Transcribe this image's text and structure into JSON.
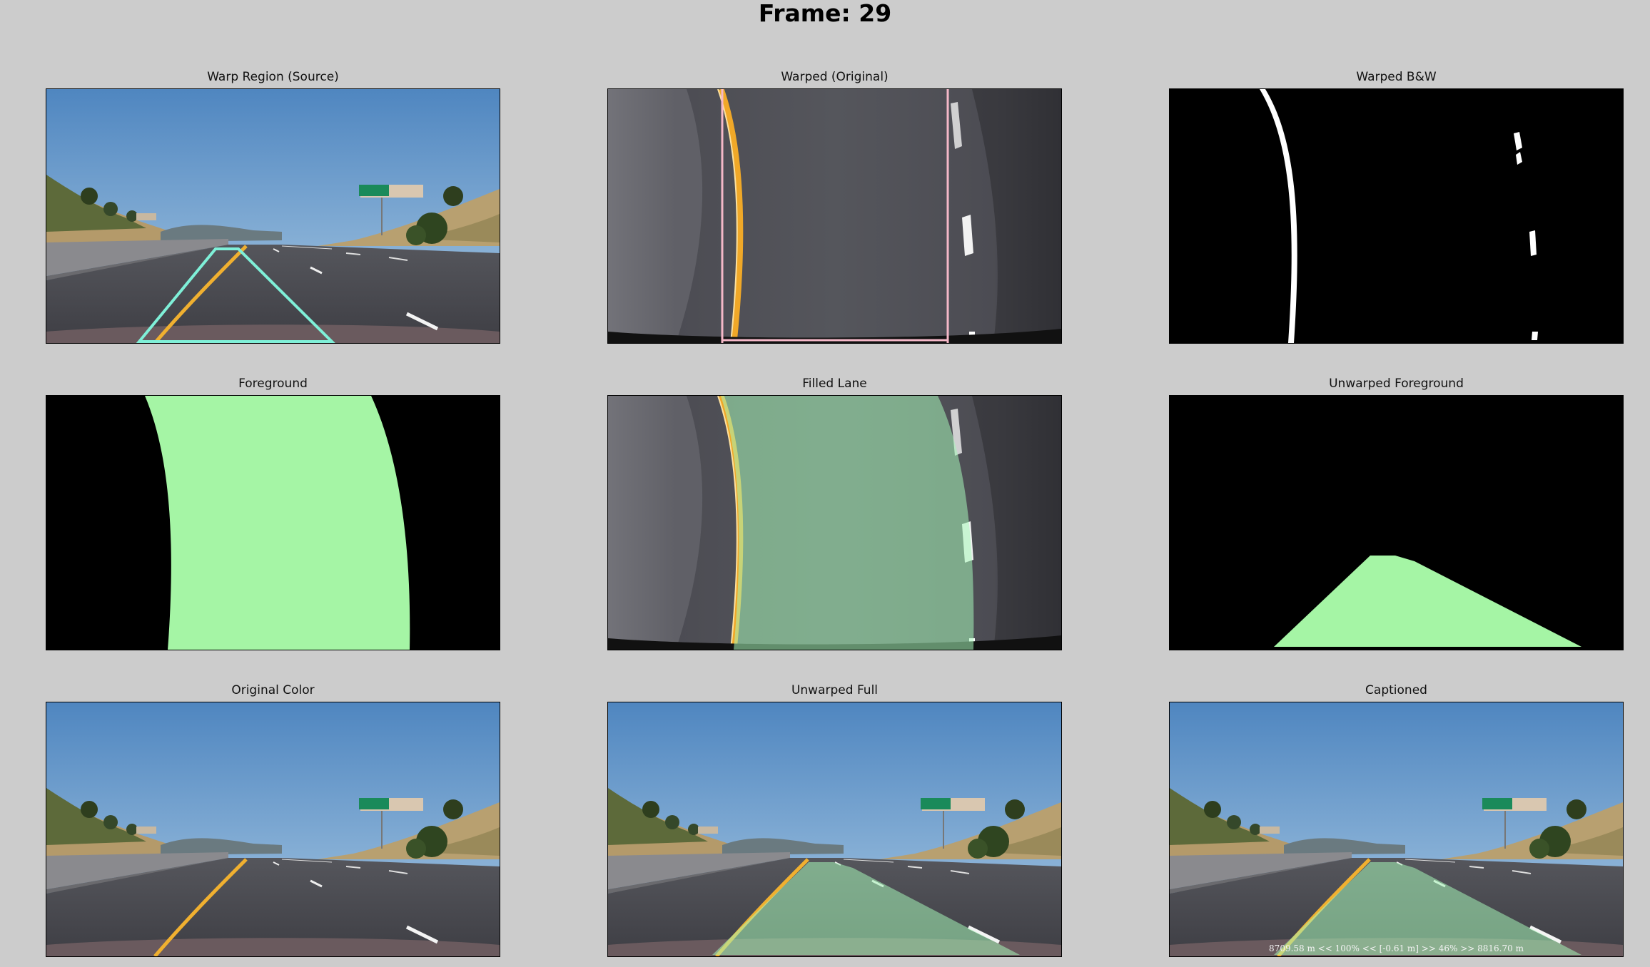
{
  "figure": {
    "title": "Frame: 29"
  },
  "panels": [
    {
      "id": "warp-region-source",
      "title": "Warp Region (Source)",
      "kind": "road_warp_region"
    },
    {
      "id": "warped-original",
      "title": "Warped (Original)",
      "kind": "warped_color"
    },
    {
      "id": "warped-bw",
      "title": "Warped B&W",
      "kind": "warped_binary"
    },
    {
      "id": "foreground",
      "title": "Foreground",
      "kind": "lane_mask"
    },
    {
      "id": "filled-lane",
      "title": "Filled Lane",
      "kind": "warped_filled"
    },
    {
      "id": "unwarped-foreground",
      "title": "Unwarped Foreground",
      "kind": "unwarped_mask"
    },
    {
      "id": "original-color",
      "title": "Original Color",
      "kind": "road"
    },
    {
      "id": "unwarped-full",
      "title": "Unwarped Full",
      "kind": "road_overlay"
    },
    {
      "id": "captioned",
      "title": "Captioned",
      "kind": "road_overlay_captioned",
      "caption": "8709.58 m << 100% << [-0.61 m] >> 46% >> 8816.70 m"
    }
  ],
  "colors": {
    "figure_bg": "#cccccc",
    "sky": "#5b8fc4",
    "road": "#4a4a4f",
    "lane_fill": "#a5f5a5",
    "lane_overlay": "#9fe3b0",
    "warp_outline": "#7ff0d8",
    "warp_guides": "#f5b8c8",
    "yellow_line": "#f0b030"
  }
}
